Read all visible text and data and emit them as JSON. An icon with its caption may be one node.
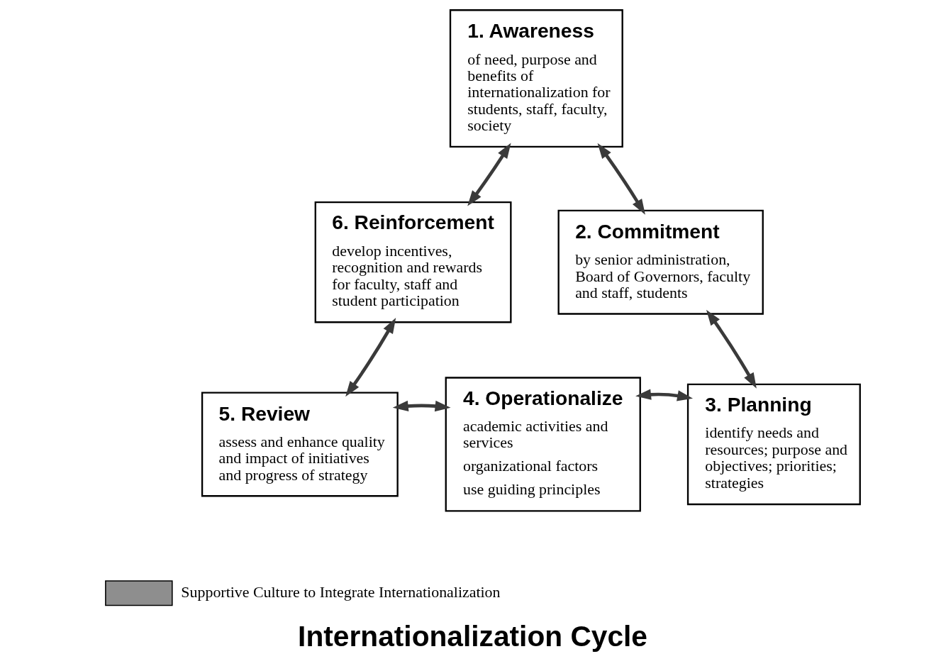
{
  "diagram": {
    "caption": "Internationalization Cycle",
    "nodes": [
      {
        "text": [
          "1. Awareness",
          "of need, purpose and benefits of internationalization for students, staff, faculty, society"
        ]
      },
      {
        "text": [
          "2. Commitment",
          "by senior administration, Board of Governors, faculty and staff, students"
        ]
      },
      {
        "text": [
          "3. Planning",
          "identify needs and resources; purpose and objectives; priorities; strategies"
        ]
      },
      {
        "text": [
          "4. Operationalize",
          "academic activities and services",
          "organizational factors",
          "use guiding principles"
        ]
      },
      {
        "text": [
          "5. Review",
          "assess and enhance quality and impact of initiatives and progress of strategy"
        ]
      },
      {
        "text": [
          "6. Reinforcement",
          "develop incentives, recognition and rewards for faculty, staff and student participation"
        ]
      }
    ],
    "edges": [
      {
        "from": 0,
        "to": 1,
        "arrow": "both"
      },
      {
        "from": 1,
        "to": 2,
        "arrow": "both"
      },
      {
        "from": 2,
        "to": 3,
        "arrow": "both"
      },
      {
        "from": 3,
        "to": 4,
        "arrow": "both"
      },
      {
        "from": 4,
        "to": 5,
        "arrow": "both"
      },
      {
        "from": 5,
        "to": 0,
        "arrow": "both"
      }
    ],
    "legend": [
      {
        "text": "Supportive Culture to Integrate Internationalization",
        "color": "#8e8e8e"
      }
    ]
  }
}
